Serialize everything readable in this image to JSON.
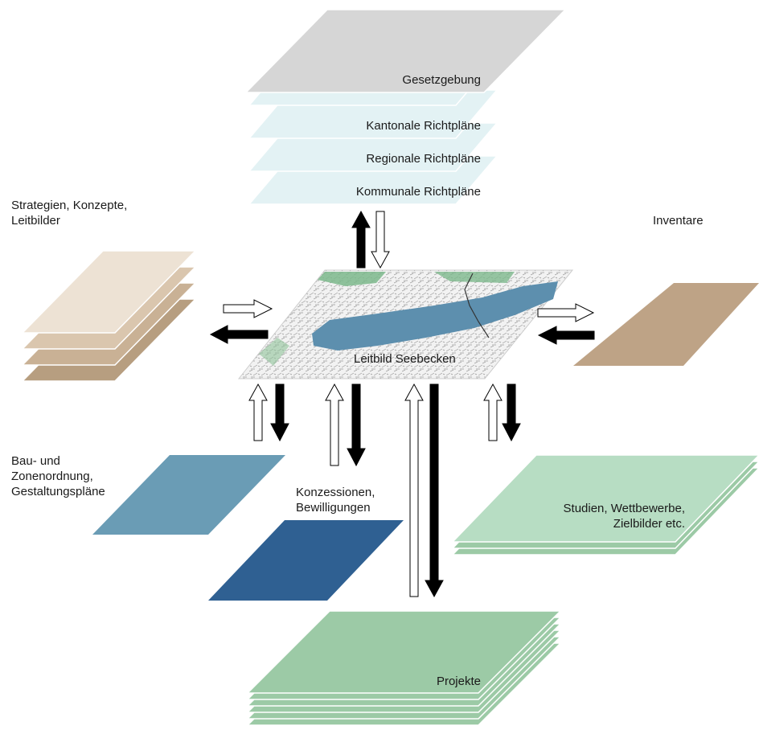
{
  "colors": {
    "gesetzgebung": "#d6d6d6",
    "richtplan": "#e3f2f4",
    "strategien": [
      "#ede2d4",
      "#dac6ae",
      "#c9b195",
      "#b79e80"
    ],
    "inventare": "#bea386",
    "bau": "#6a9cb5",
    "konzessionen": "#2f6092",
    "studien": "#b7ddc3",
    "projekte": "#9ccaa6",
    "lake": "#5d8fae",
    "arrow": "#000000"
  },
  "layers": {
    "gesetzgebung": "Gesetzgebung",
    "kantonal": "Kantonale Richtpläne",
    "regional": "Regionale Richtpläne",
    "kommunal": "Kommunale Richtpläne",
    "center": "Leitbild Seebecken",
    "studien": [
      "Studien, Wettbewerbe,",
      "Zielbilder etc."
    ],
    "projekte": "Projekte"
  },
  "labels": {
    "strategien": [
      "Strategien, Konzepte,",
      "Leitbilder"
    ],
    "inventare": "Inventare",
    "bau": [
      "Bau- und",
      "Zonenordnung,",
      "Gestaltungspläne"
    ],
    "konzessionen": [
      "Konzessionen,",
      "Bewilligungen"
    ]
  }
}
